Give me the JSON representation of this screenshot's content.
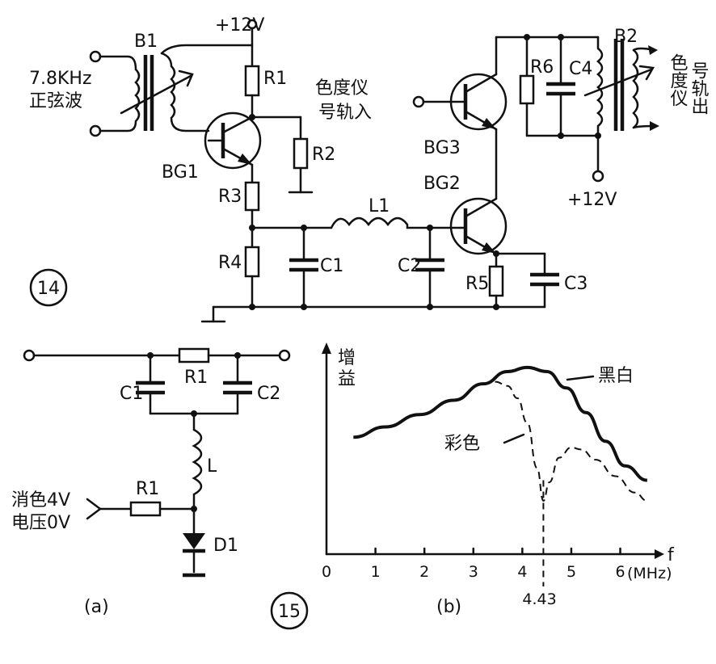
{
  "fig14": {
    "number": "14",
    "supply_top": "+12V",
    "supply_right": "+12V",
    "transformer_in": "B1",
    "transformer_out": "B2",
    "input_label_line1": "7.8KHz",
    "input_label_line2": "正弦波",
    "chroma_in_line1": "色度仪",
    "chroma_in_line2": "号轨入",
    "chroma_out_col1": "色度仪",
    "chroma_out_col2": "号轨出",
    "transistors": [
      "BG1",
      "BG2",
      "BG3"
    ],
    "resistors": [
      "R1",
      "R2",
      "R3",
      "R4",
      "R5",
      "R6"
    ],
    "capacitors": [
      "C1",
      "C2",
      "C3",
      "C4"
    ],
    "inductor": "L1"
  },
  "fig15": {
    "number": "15",
    "panel_a_label": "(a)",
    "panel_b_label": "(b)",
    "circuit": {
      "c1": "C1",
      "c2": "C2",
      "r_top": "R1",
      "inductor": "L",
      "r_bottom": "R1",
      "diode": "D1",
      "control_line1": "消色4V",
      "control_line2": "电压0V"
    }
  },
  "chart_data": {
    "type": "line",
    "ylabel_line1": "增",
    "ylabel_line2": "益",
    "xlabel": "f",
    "x_unit": "(MHz)",
    "x_ticks": [
      "0",
      "1",
      "2",
      "3",
      "4",
      "5",
      "6"
    ],
    "xlim": [
      0,
      6.8
    ],
    "ylim": [
      0,
      1
    ],
    "marker_x": 4.43,
    "marker_label": "4.43",
    "series": [
      {
        "name": "黑白",
        "style": "solid",
        "x": [
          0.55,
          1.2,
          1.9,
          2.6,
          3.2,
          3.7,
          4.1,
          4.5,
          4.9,
          5.3,
          5.7,
          6.1,
          6.55
        ],
        "y": [
          0.57,
          0.62,
          0.68,
          0.75,
          0.83,
          0.89,
          0.91,
          0.89,
          0.81,
          0.69,
          0.55,
          0.43,
          0.36
        ]
      },
      {
        "name": "彩色",
        "style": "dashed",
        "x": [
          3.2,
          3.45,
          3.7,
          3.9,
          4.1,
          4.3,
          4.43,
          4.55,
          4.75,
          5.0,
          5.2,
          5.5,
          5.9,
          6.3,
          6.55
        ],
        "y": [
          0.83,
          0.84,
          0.82,
          0.76,
          0.64,
          0.42,
          0.26,
          0.35,
          0.47,
          0.52,
          0.51,
          0.46,
          0.38,
          0.3,
          0.26
        ]
      }
    ]
  }
}
